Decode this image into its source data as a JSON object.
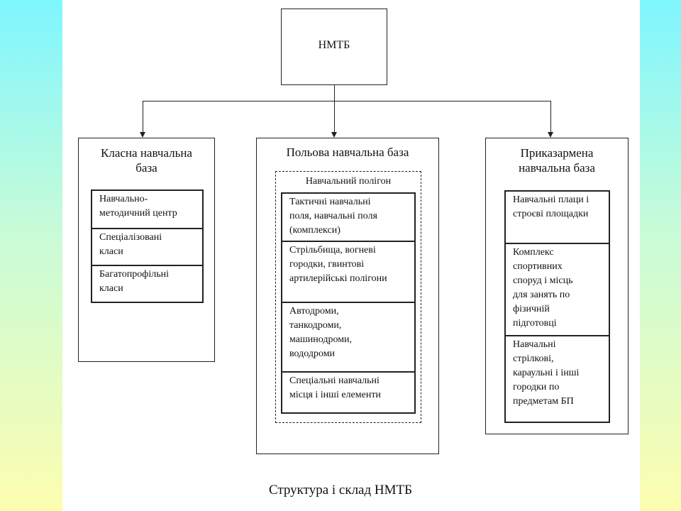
{
  "root": {
    "label": "НМТБ"
  },
  "classroom": {
    "title_line1": "Класна навчальна",
    "title_line2": "база",
    "items": [
      [
        "Навчально-",
        "методичний центр"
      ],
      [
        "Спеціалізовані",
        "класи"
      ],
      [
        "Багатопрофільні",
        "класи"
      ]
    ]
  },
  "field": {
    "title": "Польова навчальна база",
    "polygon_label": "Навчальний полігон",
    "items": [
      [
        "Тактичні навчальні",
        "поля, навчальні поля",
        "(комплекси)"
      ],
      [
        "Стрільбища, вогневі",
        "городки, гвинтові",
        "артилерійські полігони"
      ],
      [
        "Автодроми,",
        "танкодроми,",
        "машинодроми,",
        "вододроми"
      ],
      [
        "Спеціальні навчальні",
        "місця і інші елементи"
      ]
    ]
  },
  "barracks": {
    "title_line1": "Приказармена",
    "title_line2": "навчальна база",
    "items": [
      [
        "Навчальні плаци і",
        "строєві площадки"
      ],
      [
        "Комплекс",
        "спортивних",
        "споруд і місць",
        "для занять по",
        "фізичній",
        "підготовці"
      ],
      [
        "Навчальні",
        "стрілкові,",
        "караульні і інші",
        "городки по",
        "предметам БП"
      ]
    ]
  },
  "caption": "Структура і склад НМТБ"
}
